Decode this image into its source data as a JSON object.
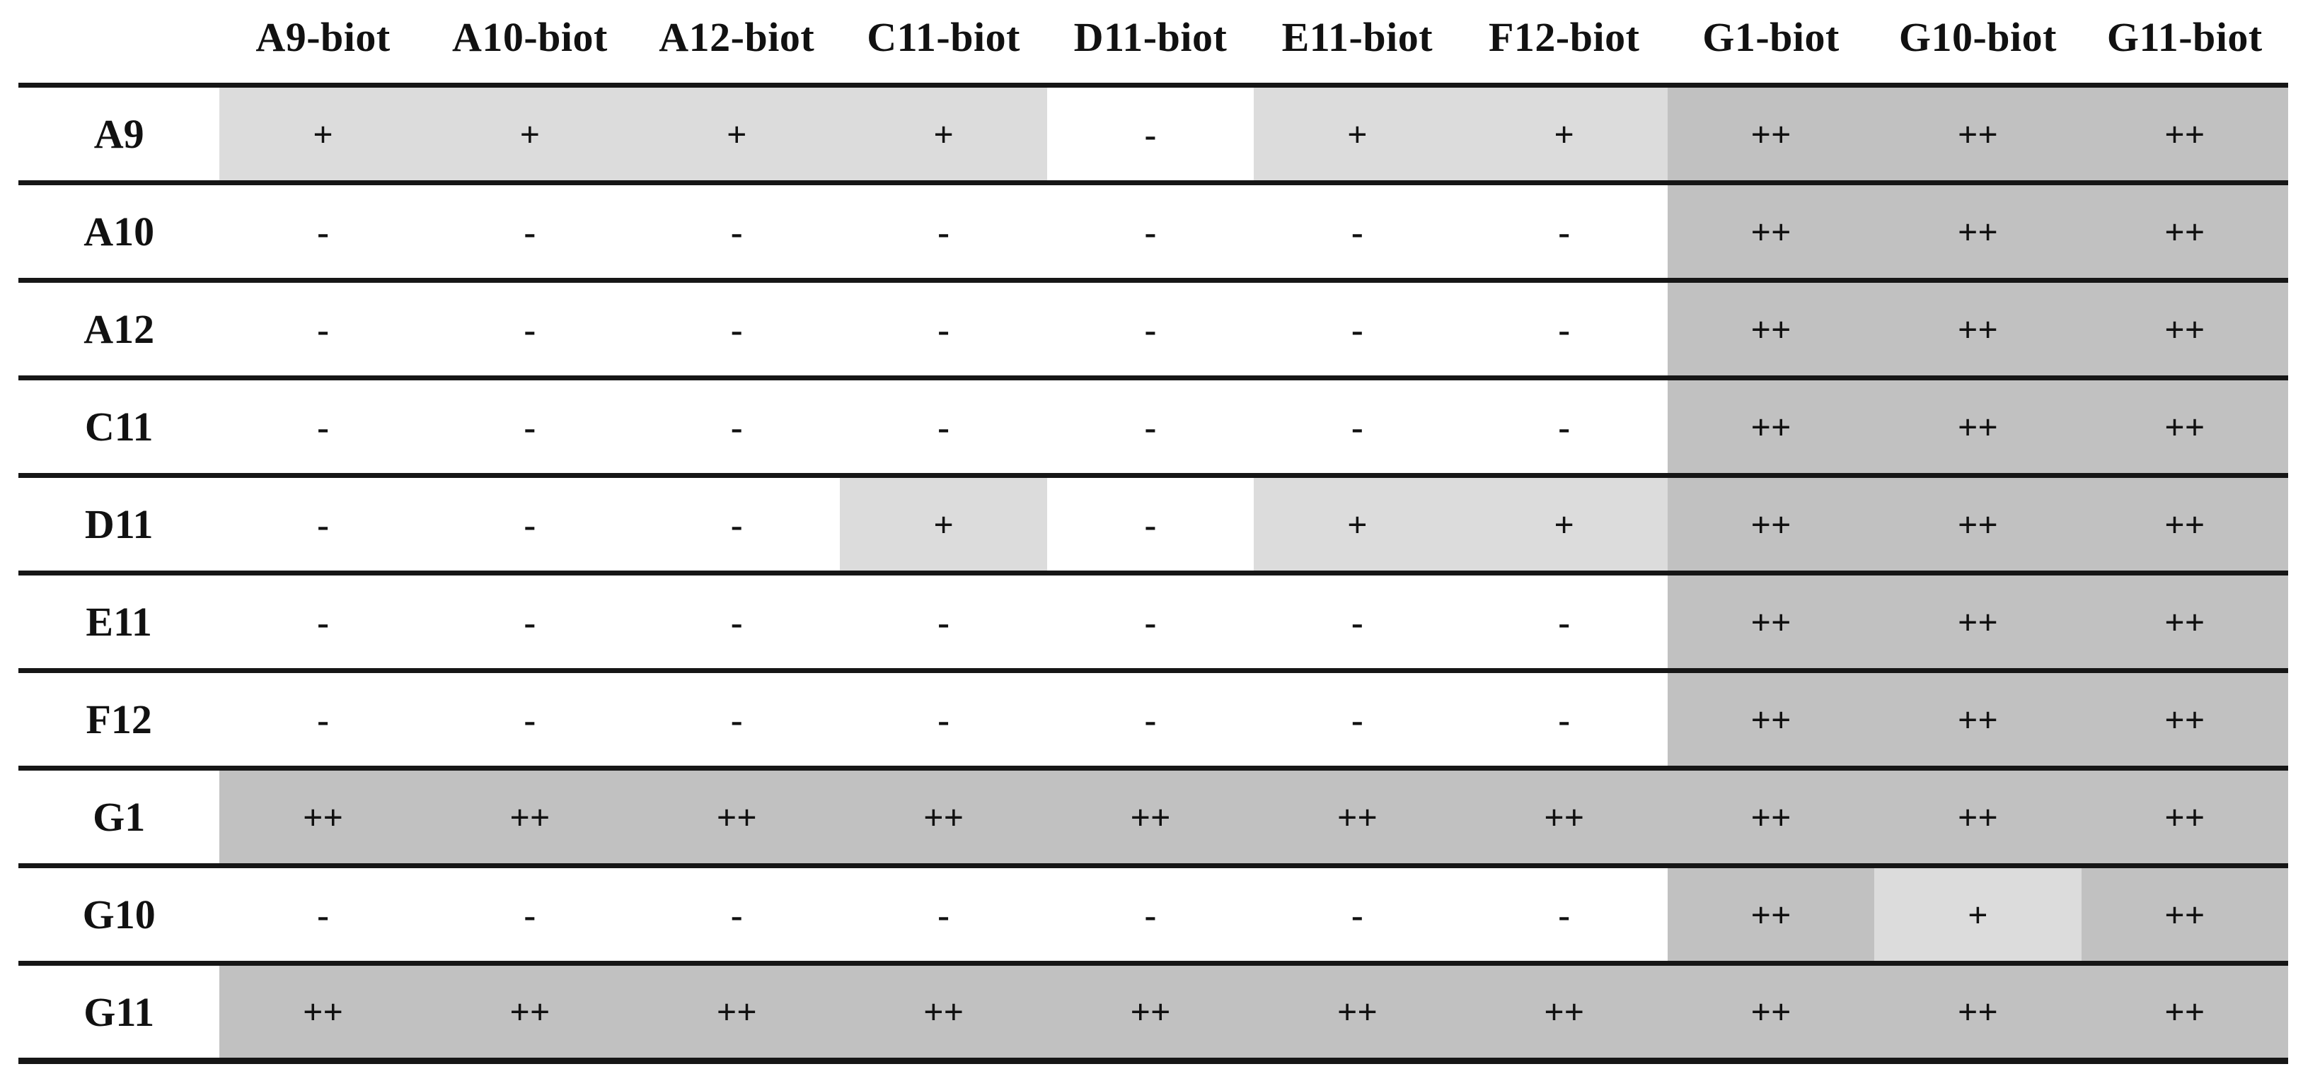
{
  "colors": {
    "cell_white": "#ffffff",
    "cell_light": "#dcdcdc",
    "cell_dark": "#c1c1c1",
    "rule": "#161616",
    "text": "#111111"
  },
  "table": {
    "corner_label": "",
    "columns": [
      "A9-biot",
      "A10-biot",
      "A12-biot",
      "C11-biot",
      "D11-biot",
      "E11-biot",
      "F12-biot",
      "G1-biot",
      "G10-biot",
      "G11-biot"
    ],
    "rows": [
      {
        "label": "A9",
        "cells": [
          {
            "v": "+",
            "bg": "light"
          },
          {
            "v": "+",
            "bg": "light"
          },
          {
            "v": "+",
            "bg": "light"
          },
          {
            "v": "+",
            "bg": "light"
          },
          {
            "v": "-",
            "bg": "white"
          },
          {
            "v": "+",
            "bg": "light"
          },
          {
            "v": "+",
            "bg": "light"
          },
          {
            "v": "++",
            "bg": "dark"
          },
          {
            "v": "++",
            "bg": "dark"
          },
          {
            "v": "++",
            "bg": "dark"
          }
        ]
      },
      {
        "label": "A10",
        "cells": [
          {
            "v": "-",
            "bg": "white"
          },
          {
            "v": "-",
            "bg": "white"
          },
          {
            "v": "-",
            "bg": "white"
          },
          {
            "v": "-",
            "bg": "white"
          },
          {
            "v": "-",
            "bg": "white"
          },
          {
            "v": "-",
            "bg": "white"
          },
          {
            "v": "-",
            "bg": "white"
          },
          {
            "v": "++",
            "bg": "dark"
          },
          {
            "v": "++",
            "bg": "dark"
          },
          {
            "v": "++",
            "bg": "dark"
          }
        ]
      },
      {
        "label": "A12",
        "cells": [
          {
            "v": "-",
            "bg": "white"
          },
          {
            "v": "-",
            "bg": "white"
          },
          {
            "v": "-",
            "bg": "white"
          },
          {
            "v": "-",
            "bg": "white"
          },
          {
            "v": "-",
            "bg": "white"
          },
          {
            "v": "-",
            "bg": "white"
          },
          {
            "v": "-",
            "bg": "white"
          },
          {
            "v": "++",
            "bg": "dark"
          },
          {
            "v": "++",
            "bg": "dark"
          },
          {
            "v": "++",
            "bg": "dark"
          }
        ]
      },
      {
        "label": "C11",
        "cells": [
          {
            "v": "-",
            "bg": "white"
          },
          {
            "v": "-",
            "bg": "white"
          },
          {
            "v": "-",
            "bg": "white"
          },
          {
            "v": "-",
            "bg": "white"
          },
          {
            "v": "-",
            "bg": "white"
          },
          {
            "v": "-",
            "bg": "white"
          },
          {
            "v": "-",
            "bg": "white"
          },
          {
            "v": "++",
            "bg": "dark"
          },
          {
            "v": "++",
            "bg": "dark"
          },
          {
            "v": "++",
            "bg": "dark"
          }
        ]
      },
      {
        "label": "D11",
        "cells": [
          {
            "v": "-",
            "bg": "white"
          },
          {
            "v": "-",
            "bg": "white"
          },
          {
            "v": "-",
            "bg": "white"
          },
          {
            "v": "+",
            "bg": "light"
          },
          {
            "v": "-",
            "bg": "white"
          },
          {
            "v": "+",
            "bg": "light"
          },
          {
            "v": "+",
            "bg": "light"
          },
          {
            "v": "++",
            "bg": "dark"
          },
          {
            "v": "++",
            "bg": "dark"
          },
          {
            "v": "++",
            "bg": "dark"
          }
        ]
      },
      {
        "label": "E11",
        "cells": [
          {
            "v": "-",
            "bg": "white"
          },
          {
            "v": "-",
            "bg": "white"
          },
          {
            "v": "-",
            "bg": "white"
          },
          {
            "v": "-",
            "bg": "white"
          },
          {
            "v": "-",
            "bg": "white"
          },
          {
            "v": "-",
            "bg": "white"
          },
          {
            "v": "-",
            "bg": "white"
          },
          {
            "v": "++",
            "bg": "dark"
          },
          {
            "v": "++",
            "bg": "dark"
          },
          {
            "v": "++",
            "bg": "dark"
          }
        ]
      },
      {
        "label": "F12",
        "cells": [
          {
            "v": "-",
            "bg": "white"
          },
          {
            "v": "-",
            "bg": "white"
          },
          {
            "v": "-",
            "bg": "white"
          },
          {
            "v": "-",
            "bg": "white"
          },
          {
            "v": "-",
            "bg": "white"
          },
          {
            "v": "-",
            "bg": "white"
          },
          {
            "v": "-",
            "bg": "white"
          },
          {
            "v": "++",
            "bg": "dark"
          },
          {
            "v": "++",
            "bg": "dark"
          },
          {
            "v": "++",
            "bg": "dark"
          }
        ]
      },
      {
        "label": "G1",
        "cells": [
          {
            "v": "++",
            "bg": "dark"
          },
          {
            "v": "++",
            "bg": "dark"
          },
          {
            "v": "++",
            "bg": "dark"
          },
          {
            "v": "++",
            "bg": "dark"
          },
          {
            "v": "++",
            "bg": "dark"
          },
          {
            "v": "++",
            "bg": "dark"
          },
          {
            "v": "++",
            "bg": "dark"
          },
          {
            "v": "++",
            "bg": "dark"
          },
          {
            "v": "++",
            "bg": "dark"
          },
          {
            "v": "++",
            "bg": "dark"
          }
        ]
      },
      {
        "label": "G10",
        "cells": [
          {
            "v": "-",
            "bg": "white"
          },
          {
            "v": "-",
            "bg": "white"
          },
          {
            "v": "-",
            "bg": "white"
          },
          {
            "v": "-",
            "bg": "white"
          },
          {
            "v": "-",
            "bg": "white"
          },
          {
            "v": "-",
            "bg": "white"
          },
          {
            "v": "-",
            "bg": "white"
          },
          {
            "v": "++",
            "bg": "dark"
          },
          {
            "v": "+",
            "bg": "light"
          },
          {
            "v": "++",
            "bg": "dark"
          }
        ]
      },
      {
        "label": "G11",
        "cells": [
          {
            "v": "++",
            "bg": "dark"
          },
          {
            "v": "++",
            "bg": "dark"
          },
          {
            "v": "++",
            "bg": "dark"
          },
          {
            "v": "++",
            "bg": "dark"
          },
          {
            "v": "++",
            "bg": "dark"
          },
          {
            "v": "++",
            "bg": "dark"
          },
          {
            "v": "++",
            "bg": "dark"
          },
          {
            "v": "++",
            "bg": "dark"
          },
          {
            "v": "++",
            "bg": "dark"
          },
          {
            "v": "++",
            "bg": "dark"
          }
        ]
      }
    ]
  }
}
